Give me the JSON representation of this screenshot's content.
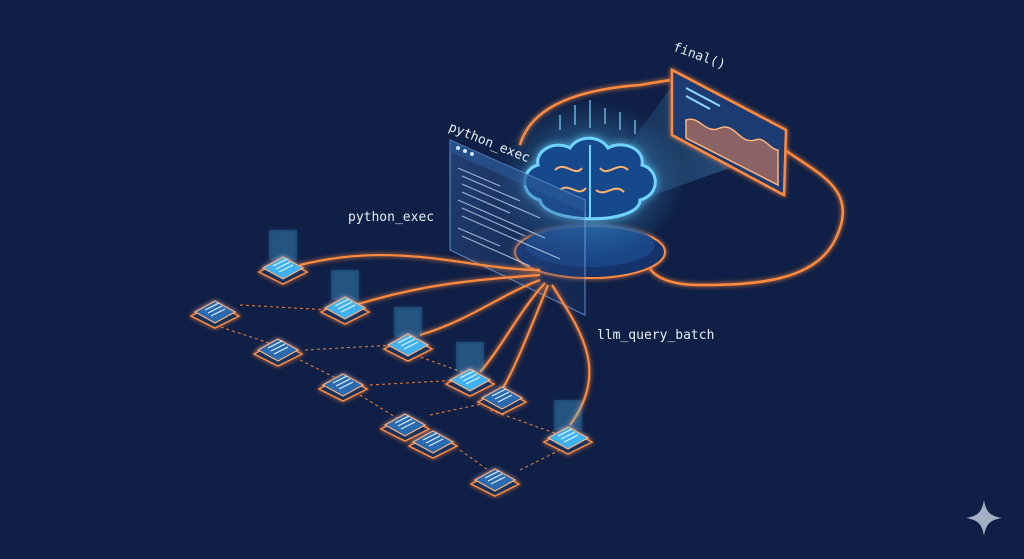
{
  "labels": {
    "final": "final()",
    "python_exec_panel": "python_exec",
    "python_exec": "python_exec",
    "llm_query_batch": "llm_query_batch"
  },
  "colors": {
    "background": "#0f1f45",
    "orange_wire": "#ff8a3d",
    "blue_glow": "#4fc3ff",
    "text": "#e8edf5"
  },
  "icons": {
    "center": "brain-icon",
    "document": "document-icon",
    "monitor": "chart-monitor-icon",
    "sparkle": "sparkle-icon"
  }
}
